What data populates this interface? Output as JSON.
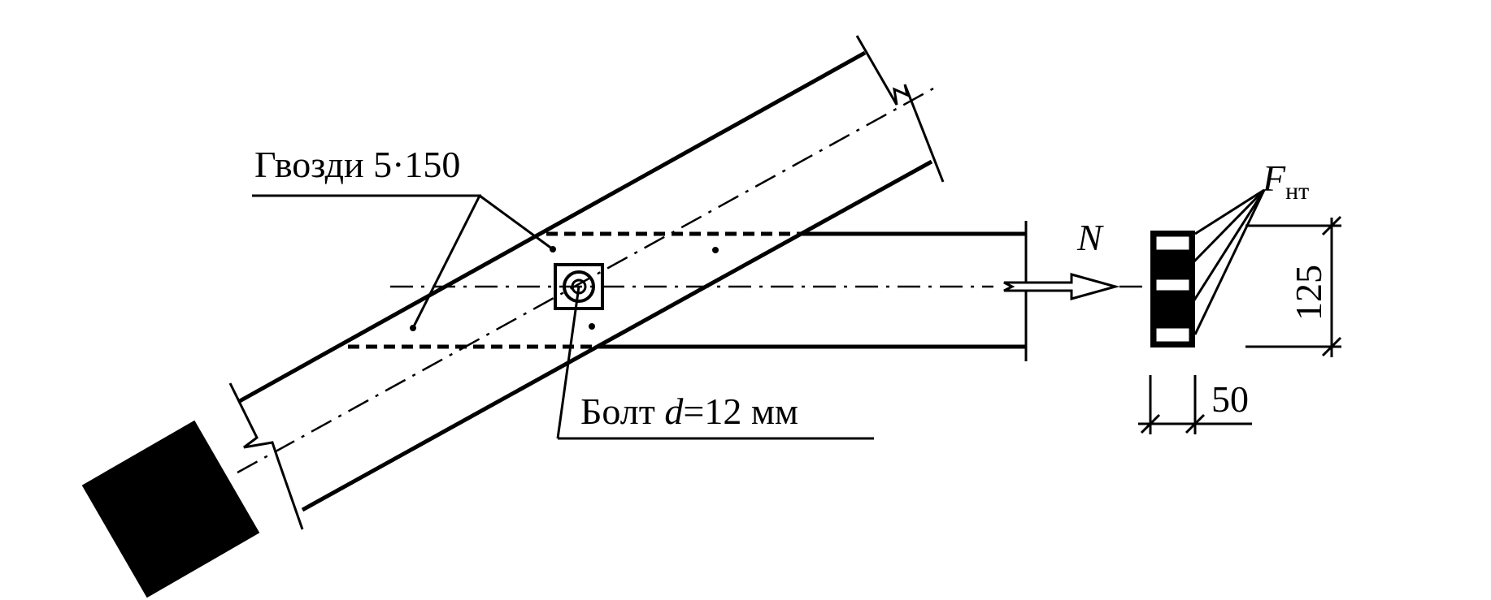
{
  "labels": {
    "nails": "Гвозди 5·150",
    "bolt_prefix": "Болт ",
    "bolt_var": "d",
    "bolt_suffix": "=12 мм",
    "force": "N",
    "section_force_main": "F",
    "section_force_sub": "нт",
    "dim_height": "125",
    "dim_width": "50"
  },
  "colors": {
    "line": "#000000",
    "background": "#ffffff"
  }
}
